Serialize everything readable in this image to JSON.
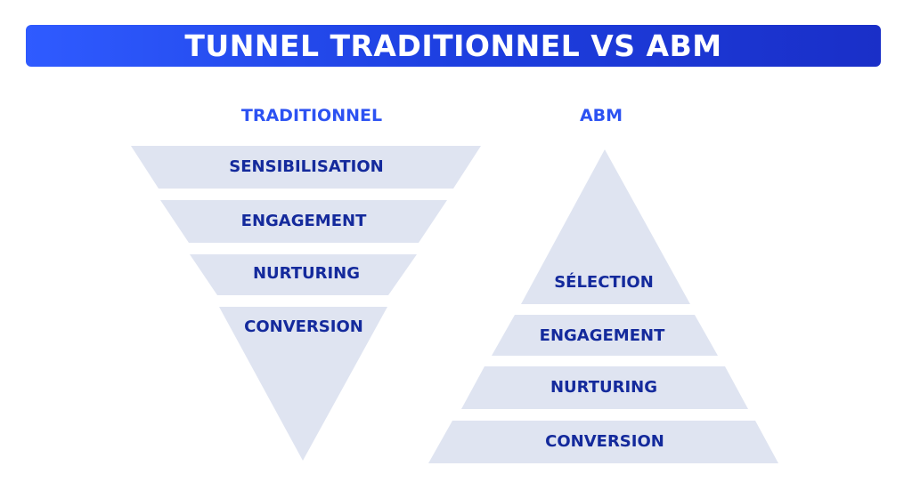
{
  "title": "TUNNEL TRADITIONNEL VS ABM",
  "traditional": {
    "heading": "TRADITIONNEL",
    "stages": [
      "SENSIBILISATION",
      "ENGAGEMENT",
      "NURTURING",
      "CONVERSION"
    ]
  },
  "abm": {
    "heading": "ABM",
    "stages": [
      "SÉLECTION",
      "ENGAGEMENT",
      "NURTURING",
      "CONVERSION"
    ]
  },
  "colors": {
    "banner": "#1f42e6",
    "banner_text": "#ffffff",
    "heading": "#2c52f2",
    "shape_fill": "#dfe4f1",
    "stage_text": "#142a9c"
  }
}
